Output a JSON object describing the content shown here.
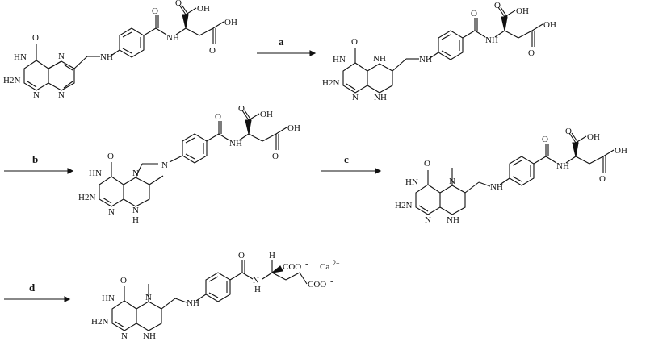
{
  "scheme": {
    "steps": [
      {
        "label": "a"
      },
      {
        "label": "b"
      },
      {
        "label": "c"
      },
      {
        "label": "d"
      }
    ],
    "atoms": {
      "o": "O",
      "oh": "OH",
      "hn": "HN",
      "nh": "NH",
      "n": "N",
      "h": "H",
      "h2n": "H2N",
      "coo": "COO",
      "minus": "-",
      "ca": "Ca",
      "charge": "2+"
    }
  }
}
